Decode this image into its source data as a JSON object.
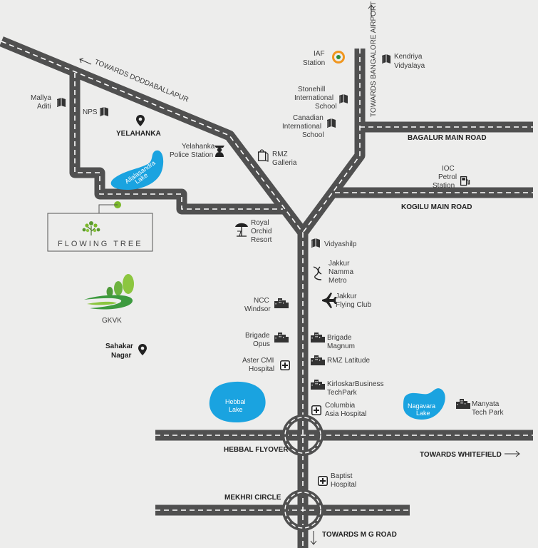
{
  "roads": {
    "towards_doddaballapur": "TOWARDS DODDABALLAPUR",
    "towards_airport": "TOWARDS BANGALORE AIRPORT",
    "bagalur_main_road": "BAGALUR MAIN ROAD",
    "kogilu_main_road": "KOGILU MAIN ROAD",
    "hebbal_flyover": "HEBBAL FLYOVER",
    "towards_whitefield": "TOWARDS WHITEFIELD",
    "mekhri_circle": "MEKHRI CIRCLE",
    "towards_mg_road": "TOWARDS M G ROAD"
  },
  "landmarks": {
    "iaf_station": [
      "IAF",
      "Station"
    ],
    "kendriya_vidyalaya": [
      "Kendriya",
      "Vidyalaya"
    ],
    "stonehill_school": [
      "Stonehill",
      "International",
      "School"
    ],
    "canadian_school": [
      "Canadian",
      "International",
      "School"
    ],
    "mallya_aditi": [
      "Mallya",
      "Aditi"
    ],
    "nps": "NPS",
    "yelahanka": "YELAHANKA",
    "yelahanka_police": [
      "Yelahanka",
      "Police Station"
    ],
    "rmz_galleria": [
      "RMZ",
      "Galleria"
    ],
    "ioc_petrol": [
      "IOC",
      "Petrol",
      "Station"
    ],
    "royal_orchid": [
      "Royal",
      "Orchid",
      "Resort"
    ],
    "vidyashilp": "Vidyashilp",
    "jakkur_metro": [
      "Jakkur",
      "Namma",
      "Metro"
    ],
    "ncc_windsor": [
      "NCC",
      "Windsor"
    ],
    "jakkur_flying": [
      "Jakkur",
      "Flying Club"
    ],
    "gkvk": "GKVK",
    "brigade_opus": [
      "Brigade",
      "Opus"
    ],
    "brigade_magnum": [
      "Brigade",
      "Magnum"
    ],
    "sahakar_nagar": [
      "Sahakar",
      "Nagar"
    ],
    "aster_cmi": [
      "Aster CMI",
      "Hospital"
    ],
    "rmz_latitude": "RMZ Latitude",
    "kirloskar": [
      "KirloskarBusiness",
      "TechPark"
    ],
    "columbia": [
      "Columbia",
      "Asia Hospital"
    ],
    "manyata": [
      "Manyata",
      "Tech Park"
    ],
    "baptist": [
      "Baptist",
      "Hospital"
    ]
  },
  "lakes": {
    "allalasandra": [
      "Allalasandra",
      "Lake"
    ],
    "hebbal": [
      "Hebbal",
      "Lake"
    ],
    "nagavara": [
      "Nagavara",
      "Lake"
    ]
  },
  "project": {
    "name": "FLOWING TREE"
  },
  "colors": {
    "road": "#505050",
    "lake": "#1aa3e0",
    "marker": "#7ab829",
    "background": "#ededec",
    "iaf_ring": "#f0961e",
    "iaf_center": "#2a8a3c"
  },
  "icons": {
    "school": "book-icon",
    "location": "map-pin-icon",
    "police": "police-officer-icon",
    "shopping": "shopping-bag-icon",
    "fuel": "fuel-pump-icon",
    "resort": "beach-umbrella-icon",
    "metro": "metro-icon",
    "airport": "airplane-icon",
    "building": "buildings-icon",
    "hospital": "hospital-cross-icon"
  }
}
